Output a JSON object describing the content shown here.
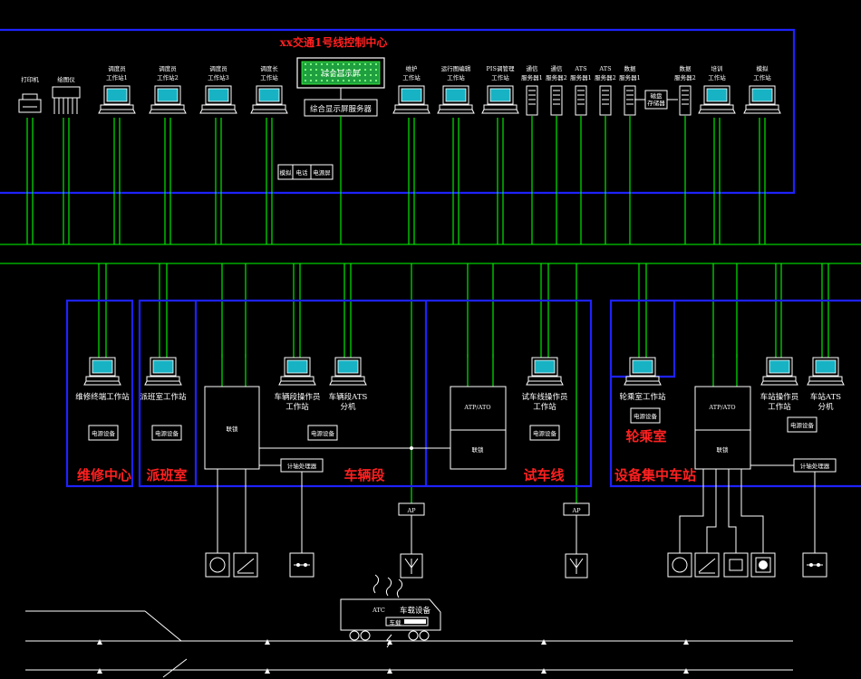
{
  "center": {
    "title": "xx交通1号线控制中心",
    "big_screen": "综合显示屏",
    "screen_server": "综合显示屏服务器",
    "mini_labels": [
      "模拟",
      "电话",
      "电源屏"
    ]
  },
  "top_devices": [
    {
      "kind": "printer",
      "lines": [
        "打印机"
      ]
    },
    {
      "kind": "plotter",
      "lines": [
        "绘图仪"
      ]
    },
    {
      "kind": "ws",
      "lines": [
        "调度员",
        "工作站1"
      ]
    },
    {
      "kind": "ws",
      "lines": [
        "调度员",
        "工作站2"
      ]
    },
    {
      "kind": "ws",
      "lines": [
        "调度员",
        "工作站3"
      ]
    },
    {
      "kind": "ws",
      "lines": [
        "调度长",
        "工作站"
      ]
    },
    {
      "kind": "ws",
      "lines": [
        "维护",
        "工作站"
      ]
    },
    {
      "kind": "ws",
      "lines": [
        "运行图编辑",
        "工作站"
      ]
    },
    {
      "kind": "ws",
      "lines": [
        "PIS调管理",
        "工作站"
      ]
    },
    {
      "kind": "server",
      "lines": [
        "通信",
        "服务器1"
      ]
    },
    {
      "kind": "server",
      "lines": [
        "通信",
        "服务器2"
      ]
    },
    {
      "kind": "server",
      "lines": [
        "ATS",
        "服务器1"
      ]
    },
    {
      "kind": "server",
      "lines": [
        "ATS",
        "服务器2"
      ]
    },
    {
      "kind": "server",
      "lines": [
        "数据",
        "服务器1"
      ]
    },
    {
      "kind": "server",
      "lines": [
        "数据",
        "服务器2"
      ]
    },
    {
      "kind": "ws",
      "lines": [
        "培训",
        "工作站"
      ]
    },
    {
      "kind": "ws",
      "lines": [
        "模拟",
        "工作站"
      ]
    }
  ],
  "storage_label": "磁盘\n存储器",
  "areas": [
    {
      "label": "维修中心"
    },
    {
      "label": "派班室"
    },
    {
      "label": "车辆段"
    },
    {
      "label": "试车线"
    },
    {
      "label": "轮乘室"
    },
    {
      "label": "设备集中车站"
    }
  ],
  "workstations": [
    {
      "lines": [
        "维修终端工作站"
      ]
    },
    {
      "lines": [
        "派班室工作站"
      ]
    },
    {
      "lines": [
        "车辆段操作员",
        "工作站"
      ]
    },
    {
      "lines": [
        "车辆段ATS",
        "分机"
      ]
    },
    {
      "lines": [
        "试车线操作员",
        "工作站"
      ]
    },
    {
      "lines": [
        "轮乘室工作站"
      ]
    },
    {
      "lines": [
        "车站操作员",
        "工作站"
      ]
    },
    {
      "lines": [
        "车站ATS",
        "分机"
      ]
    }
  ],
  "power_label": "电源设备",
  "interlock_label": "联锁",
  "ato_label": "ATP/ATO",
  "axle_label": "计轴处理器",
  "ap_label": "AP",
  "train": {
    "atc": "ATC",
    "vehicle_label": "车载设备",
    "vehicle_inner": "车载"
  }
}
